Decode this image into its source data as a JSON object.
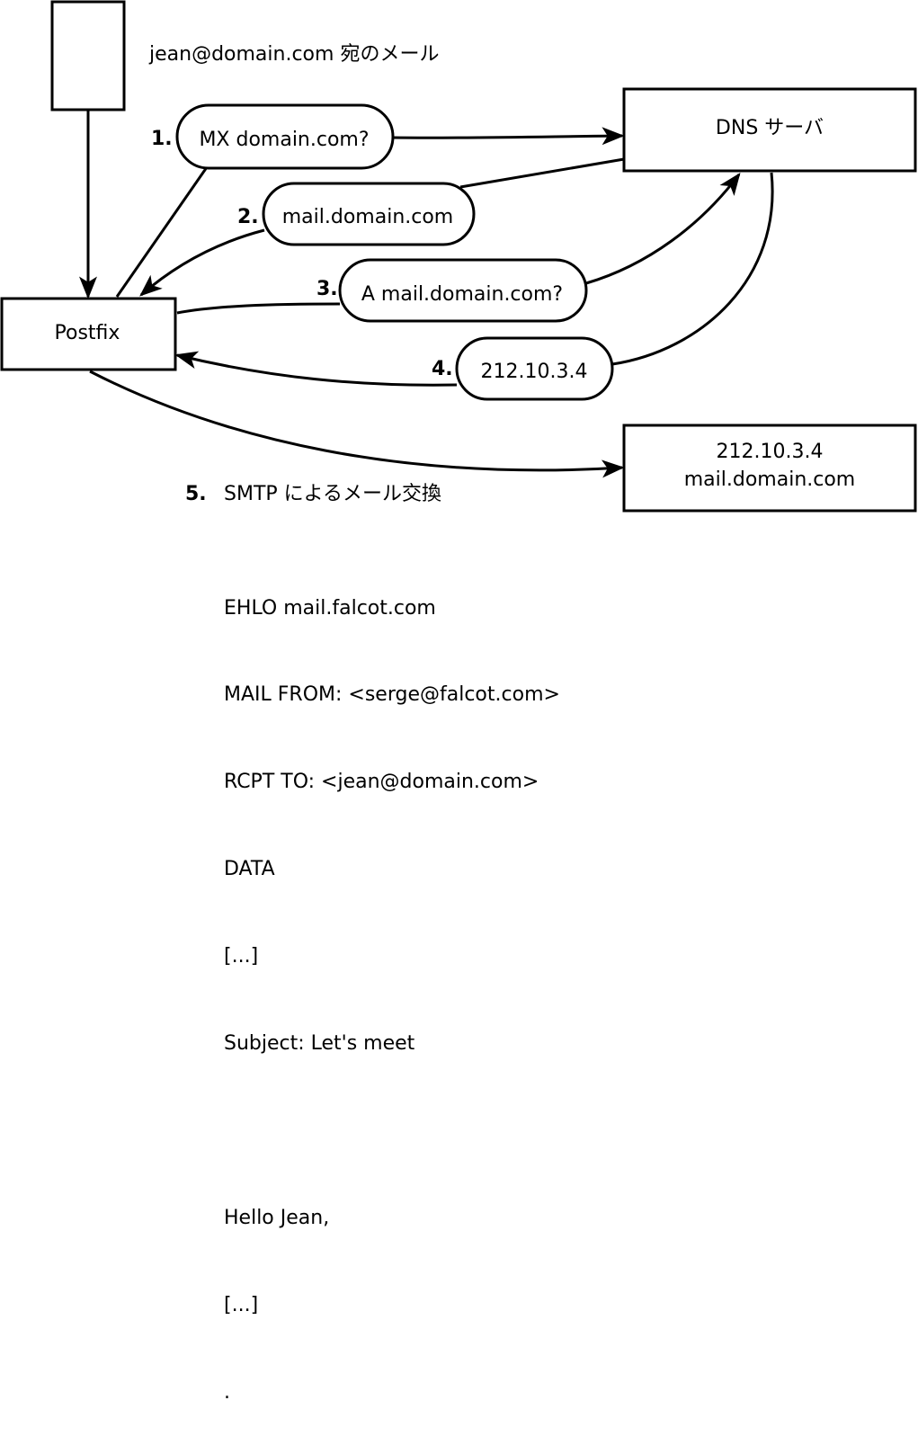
{
  "diagram": {
    "mail_label": "jean@domain.com 宛のメール",
    "dns_server": "DNS サーバ",
    "postfix": "Postfix",
    "target_server": [
      "212.10.3.4",
      "mail.domain.com"
    ],
    "steps": [
      {
        "num": "1.",
        "text": "MX domain.com?"
      },
      {
        "num": "2.",
        "text": "mail.domain.com"
      },
      {
        "num": "3.",
        "text": "A mail.domain.com?"
      },
      {
        "num": "4.",
        "text": "212.10.3.4"
      },
      {
        "num": "5.",
        "text": "SMTP によるメール交換"
      }
    ],
    "smtp_lines": [
      "EHLO mail.falcot.com",
      "MAIL FROM: <serge@falcot.com>",
      "RCPT TO: <jean@domain.com>",
      "DATA",
      "[...]",
      "Subject: Let's meet",
      "",
      "Hello Jean,",
      "[...]",
      "."
    ]
  }
}
